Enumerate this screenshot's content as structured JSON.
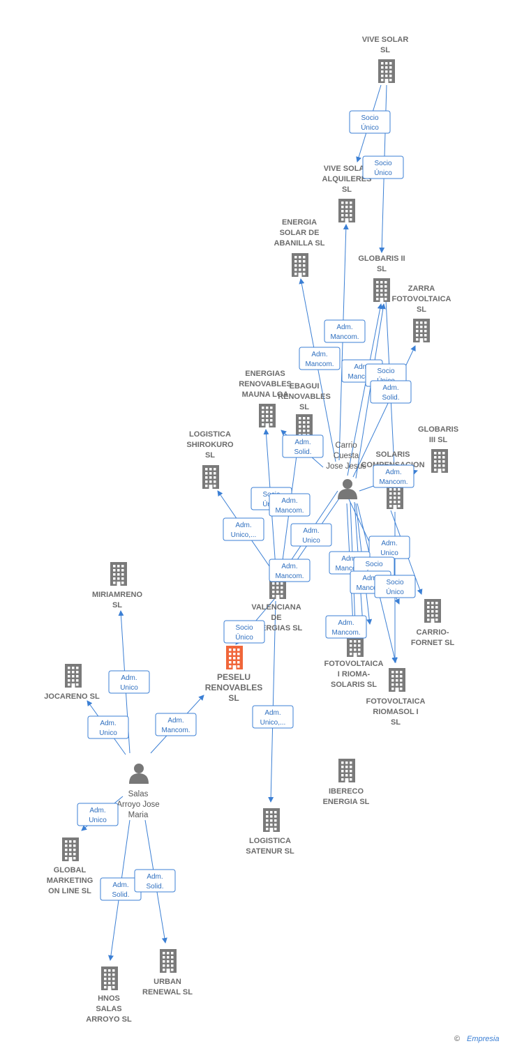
{
  "colors": {
    "edge": "#3b7fd4",
    "building": "#7a7a7a",
    "focus": "#f0663a",
    "person": "#777777"
  },
  "nodes": [
    {
      "id": "vive_solar",
      "type": "company",
      "lines": [
        "VIVE SOLAR",
        "SL"
      ]
    },
    {
      "id": "vive_alq",
      "type": "company",
      "lines": [
        "VIVE SOLAR",
        "ALQUILERES",
        "SL"
      ]
    },
    {
      "id": "energia_aban",
      "type": "company",
      "lines": [
        "ENERGIA",
        "SOLAR DE",
        "ABANILLA  SL"
      ]
    },
    {
      "id": "globaris2",
      "type": "company",
      "lines": [
        "GLOBARIS II",
        "SL"
      ]
    },
    {
      "id": "zarra",
      "type": "company",
      "lines": [
        "ZARRA",
        "FOTOVOLTAICA",
        "SL"
      ]
    },
    {
      "id": "energias_mauna",
      "type": "company",
      "lines": [
        "ENERGIAS",
        "RENOVABLES",
        "MAUNA LOA"
      ]
    },
    {
      "id": "ebagui",
      "type": "company",
      "lines": [
        "EBAGUI",
        "RENOVABLES",
        "SL"
      ]
    },
    {
      "id": "globaris3",
      "type": "company",
      "lines": [
        "GLOBARIS",
        "III  SL"
      ]
    },
    {
      "id": "solaris",
      "type": "company",
      "lines": [
        "SOLARIS",
        "COMPENSACION",
        "EN..."
      ]
    },
    {
      "id": "logistica_shiro",
      "type": "company",
      "lines": [
        "LOGISTICA",
        "SHIROKURO",
        "SL"
      ]
    },
    {
      "id": "valenciana",
      "type": "company",
      "lines": [
        "VALENCIANA",
        "DE",
        "ENERGIAS SL"
      ]
    },
    {
      "id": "carrio_fornet",
      "type": "company",
      "lines": [
        "CARRIO-",
        "FORNET SL"
      ]
    },
    {
      "id": "fv_rioma",
      "type": "company",
      "lines": [
        "FOTOVOLTAICA",
        "I RIOMA-",
        "SOLARIS  SL"
      ]
    },
    {
      "id": "fv_riomasol",
      "type": "company",
      "lines": [
        "FOTOVOLTAICA",
        "RIOMASOL I",
        "SL"
      ]
    },
    {
      "id": "miriamreno",
      "type": "company",
      "lines": [
        "MIRIAMRENO",
        "SL"
      ]
    },
    {
      "id": "jocareno",
      "type": "company",
      "lines": [
        "JOCARENO  SL"
      ]
    },
    {
      "id": "peselu",
      "type": "focus",
      "lines": [
        "PESELU",
        "RENOVABLES",
        "SL"
      ]
    },
    {
      "id": "ibereco",
      "type": "company",
      "lines": [
        "IBERECO",
        "ENERGIA  SL"
      ]
    },
    {
      "id": "logistica_sat",
      "type": "company",
      "lines": [
        "LOGISTICA",
        "SATENUR  SL"
      ]
    },
    {
      "id": "global_mkt",
      "type": "company",
      "lines": [
        "GLOBAL",
        "MARKETING",
        "ON LINE  SL"
      ]
    },
    {
      "id": "urban",
      "type": "company",
      "lines": [
        "URBAN",
        "RENEWAL SL"
      ]
    },
    {
      "id": "hnos",
      "type": "company",
      "lines": [
        "HNOS",
        "SALAS",
        "ARROYO SL"
      ]
    },
    {
      "id": "carrio",
      "type": "person",
      "lines": [
        "Carrio",
        "Cuesta",
        "Jose Jesus"
      ]
    },
    {
      "id": "salas",
      "type": "person",
      "lines": [
        "Salas",
        "Arroyo Jose",
        "Maria"
      ]
    }
  ],
  "edges": [
    {
      "lines": [
        "Socio",
        "Único"
      ]
    },
    {
      "lines": [
        "Socio",
        "Único"
      ]
    },
    {
      "lines": [
        "Adm.",
        "Mancom."
      ]
    },
    {
      "lines": [
        "Adm.",
        "Mancom."
      ]
    },
    {
      "lines": [
        "Adm.",
        "Mancom."
      ]
    },
    {
      "lines": [
        "Socio",
        "Único"
      ]
    },
    {
      "lines": [
        "Adm.",
        "Solid."
      ]
    },
    {
      "lines": [
        "Adm.",
        "Solid."
      ]
    },
    {
      "lines": [
        "Adm.",
        "Mancom."
      ]
    },
    {
      "lines": [
        "Socio",
        "Único"
      ]
    },
    {
      "lines": [
        "Adm.",
        "Mancom."
      ]
    },
    {
      "lines": [
        "Adm.",
        "Unico,..."
      ]
    },
    {
      "lines": [
        "Adm.",
        "Unico"
      ]
    },
    {
      "lines": [
        "Adm.",
        "Mancom."
      ]
    },
    {
      "lines": [
        "Adm.",
        "Unico"
      ]
    },
    {
      "lines": [
        "Adm.",
        "Mancom."
      ]
    },
    {
      "lines": [
        "Socio",
        "Único"
      ]
    },
    {
      "lines": [
        "Adm.",
        "Mancom."
      ]
    },
    {
      "lines": [
        "Socio",
        "Único"
      ]
    },
    {
      "lines": [
        "Adm.",
        "Mancom."
      ]
    },
    {
      "lines": [
        "Socio",
        "Único"
      ]
    },
    {
      "lines": [
        "Adm.",
        "Unico,..."
      ]
    },
    {
      "lines": [
        "Adm.",
        "Unico"
      ]
    },
    {
      "lines": [
        "Adm.",
        "Unico"
      ]
    },
    {
      "lines": [
        "Adm.",
        "Mancom."
      ]
    },
    {
      "lines": [
        "Adm.",
        "Unico"
      ]
    },
    {
      "lines": [
        "Adm.",
        "Solid."
      ]
    },
    {
      "lines": [
        "Adm.",
        "Solid."
      ]
    }
  ],
  "footer": {
    "copyright": "©",
    "brand": "Empresia"
  }
}
